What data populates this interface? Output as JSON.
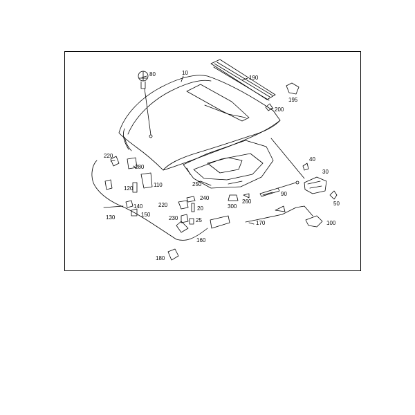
{
  "diagram": {
    "colors": {
      "ink": "#000000",
      "paper": "#ffffff",
      "frame": "#000000"
    },
    "callouts": [
      {
        "id": "80",
        "label": "80"
      },
      {
        "id": "10",
        "label": "10"
      },
      {
        "id": "190",
        "label": "190"
      },
      {
        "id": "195",
        "label": "195"
      },
      {
        "id": "200",
        "label": "200"
      },
      {
        "id": "40",
        "label": "40"
      },
      {
        "id": "30",
        "label": "30"
      },
      {
        "id": "50",
        "label": "50"
      },
      {
        "id": "100",
        "label": "100"
      },
      {
        "id": "170",
        "label": "170"
      },
      {
        "id": "90",
        "label": "90"
      },
      {
        "id": "260",
        "label": "260"
      },
      {
        "id": "300",
        "label": "300"
      },
      {
        "id": "250",
        "label": "250"
      },
      {
        "id": "240",
        "label": "240"
      },
      {
        "id": "20",
        "label": "20"
      },
      {
        "id": "220b",
        "label": "220"
      },
      {
        "id": "230",
        "label": "230"
      },
      {
        "id": "25",
        "label": "25"
      },
      {
        "id": "160",
        "label": "160"
      },
      {
        "id": "180",
        "label": "180"
      },
      {
        "id": "220a",
        "label": "220"
      },
      {
        "id": "280",
        "label": "280"
      },
      {
        "id": "120",
        "label": "120"
      },
      {
        "id": "110",
        "label": "110"
      },
      {
        "id": "140",
        "label": "140"
      },
      {
        "id": "150",
        "label": "150"
      },
      {
        "id": "130",
        "label": "130"
      }
    ]
  }
}
